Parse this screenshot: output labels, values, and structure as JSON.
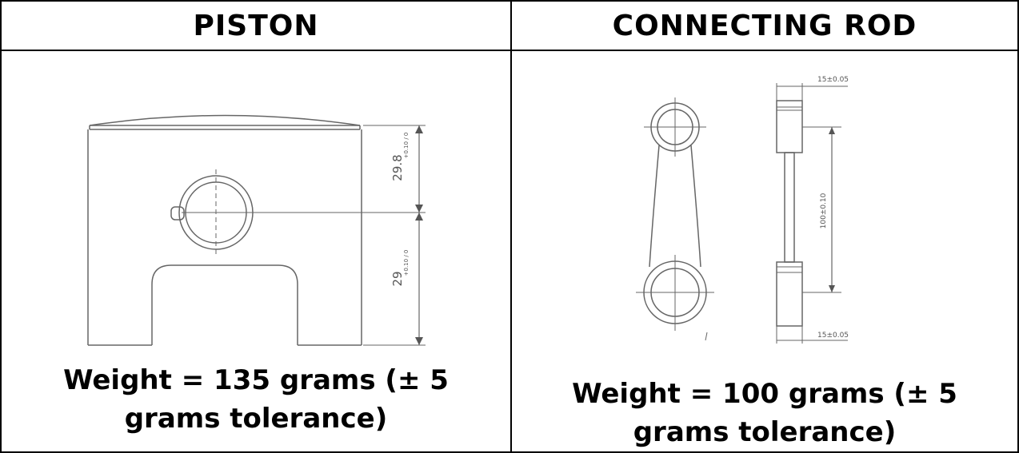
{
  "piston": {
    "header": "PISTON",
    "caption_line1": "Weight = 135 grams (± 5",
    "caption_line2": "grams tolerance)",
    "dim_upper": "29.8",
    "dim_upper_tol": "+0.10 / 0",
    "dim_lower": "29",
    "dim_lower_tol": "+0.10 / 0"
  },
  "rod": {
    "header": "CONNECTING ROD",
    "caption_line1": "Weight = 100 grams (± 5",
    "caption_line2": "grams tolerance)",
    "dim_top": "15±0.05",
    "dim_center": "100±0.10",
    "dim_bottom": "15±0.05"
  }
}
